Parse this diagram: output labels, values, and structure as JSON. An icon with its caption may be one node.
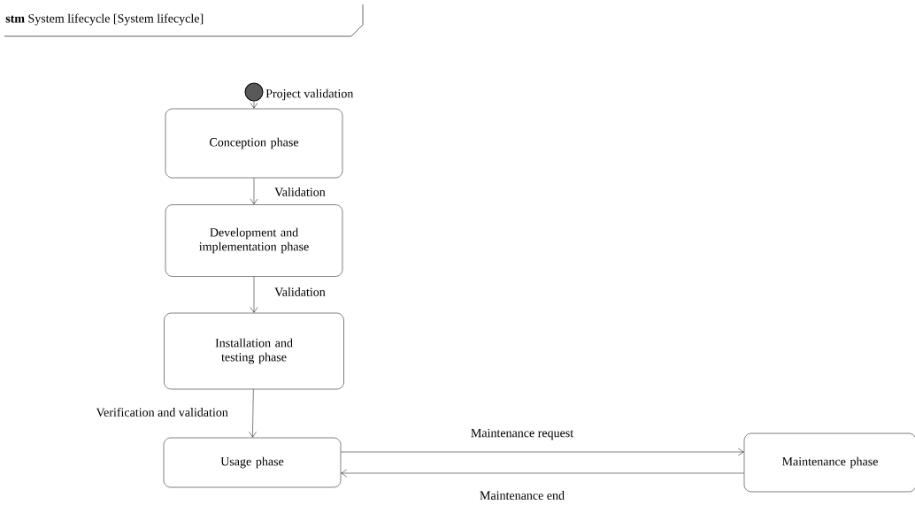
{
  "diagram": {
    "title": "**stm** System lifecycle [System lifecycle]",
    "nodes": [
      {
        "text": [],
        "shape": "circle"
      },
      {
        "text": [
          "Conception phase"
        ]
      },
      {
        "text": [
          "Development and implementation phase"
        ]
      },
      {
        "text": [
          "Installation and testing phase"
        ]
      },
      {
        "text": [
          "Usage phase"
        ]
      },
      {
        "text": [
          "Maintenance phase"
        ]
      }
    ],
    "edges": [
      {
        "from": 0,
        "to": 1,
        "arrow": "to",
        "label": "Project validation"
      },
      {
        "from": 1,
        "to": 2,
        "arrow": "to",
        "label": "Validation"
      },
      {
        "from": 2,
        "to": 3,
        "arrow": "to",
        "label": "Validation"
      },
      {
        "from": 3,
        "to": 4,
        "arrow": "to",
        "label": "Verification and validation"
      },
      {
        "from": 4,
        "to": 5,
        "arrow": "to",
        "label": "Maintenance request"
      },
      {
        "from": 5,
        "to": 4,
        "arrow": "to",
        "label": "Maintenance end"
      }
    ]
  }
}
